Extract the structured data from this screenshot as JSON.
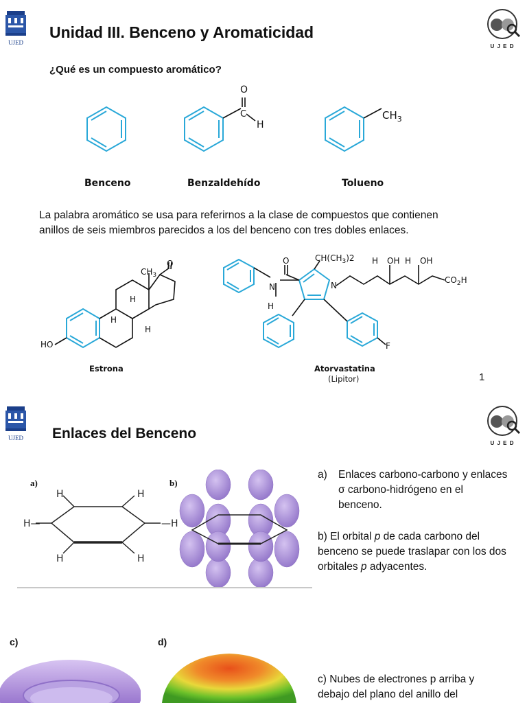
{
  "slide1": {
    "title": "Unidad III. Benceno y Aromaticidad",
    "question": "¿Qué es un compuesto aromático?",
    "compounds": [
      "Benceno",
      "Benzaldehído",
      "Tolueno"
    ],
    "paragraph_line1": "La palabra aromático se usa para referirnos a la clase de compuestos que contienen",
    "paragraph_line2": "anillos de seis miembros parecidos a los del benceno con tres dobles enlaces.",
    "estrona_label": "Estrona",
    "atorva_label": "Atorvastatina",
    "atorva_sub": "(Lipitor)",
    "page_number": "1"
  },
  "slide2": {
    "title": "Enlaces del Benceno",
    "panel_labels": [
      "a)",
      "b)",
      "c)",
      "d)"
    ],
    "item_a_marker": "a)",
    "item_a_line1": "Enlaces carbono-carbono y enlaces",
    "item_a_line2": "σ carbono-hidrógeno en el",
    "item_a_line3": "benceno.",
    "item_b_line1_pre": "b) El orbital ",
    "item_b_line1_p": "p",
    "item_b_line1_post": " de cada carbono del",
    "item_b_line2": "benceno se puede traslapar con los dos",
    "item_b_line3_p": "p",
    "item_b_line3_post": " adyacentes.",
    "item_b_line3_pre": "orbitales ",
    "item_c_line1": "c) Nubes de electrones p arriba y",
    "item_c_line2": "debajo del plano del anillo del"
  },
  "logos": {
    "left_caption": "UJED",
    "right_caption": "U J E D"
  },
  "colors": {
    "ring_blue": "#29a8d8",
    "orbital_purple": "#a98bd6"
  }
}
